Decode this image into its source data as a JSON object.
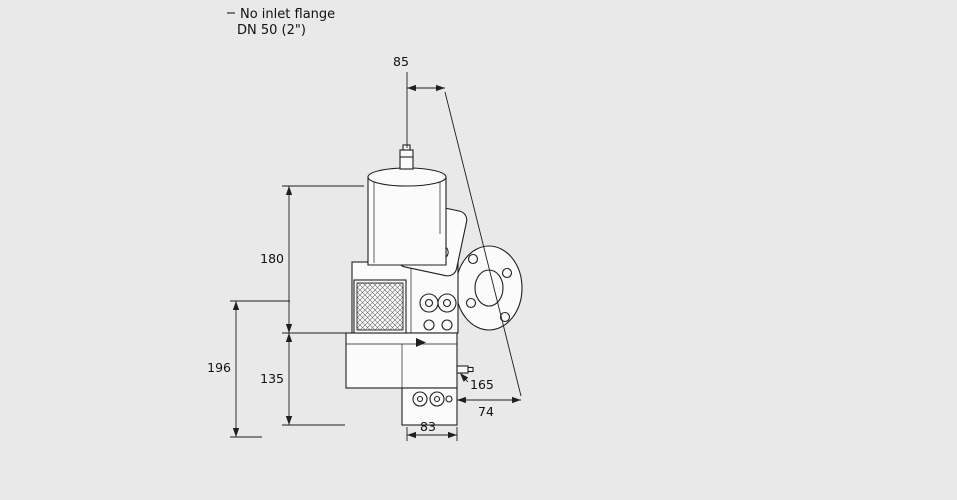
{
  "title": {
    "line1": "No inlet flange",
    "line2": "DN 50 (2\")"
  },
  "dimensions": {
    "d85": "85",
    "d180": "180",
    "d196": "196",
    "d135": "135",
    "d165": "165",
    "d74": "74",
    "d83": "83"
  },
  "colors": {
    "background": "#e9e9e9",
    "line": "#1f1f1f",
    "shape_fill": "#fbfbfb"
  }
}
